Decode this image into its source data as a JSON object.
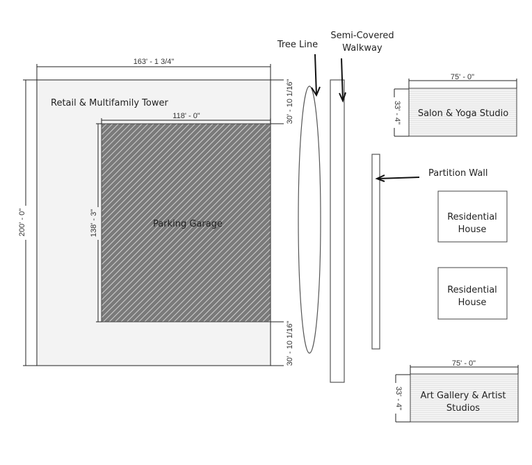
{
  "site_plan": {
    "tower": {
      "label": "Retail & Multifamily Tower",
      "width_dim": "163' - 1 3/4\"",
      "height_dim": "200' - 0\""
    },
    "garage": {
      "label": "Parking Garage",
      "width_dim": "118' - 0\"",
      "height_dim": "138' - 3\"",
      "top_offset_dim": "30' - 10 1/16\"",
      "bottom_offset_dim": "30' - 10 1/16\""
    },
    "annotations": {
      "tree_line": "Tree Line",
      "walkway_line1": "Semi-Covered",
      "walkway_line2": "Walkway",
      "partition_wall": "Partition Wall"
    },
    "salon": {
      "label": "Salon & Yoga Studio",
      "width_dim": "75' - 0\"",
      "height_dim": "33' - 4\""
    },
    "houses": [
      {
        "line1": "Residential",
        "line2": "House"
      },
      {
        "line1": "Residential",
        "line2": "House"
      }
    ],
    "gallery": {
      "label_line1": "Art Gallery & Artist",
      "label_line2": "Studios",
      "width_dim": "75' - 0\"",
      "height_dim": "33' - 4\""
    }
  }
}
